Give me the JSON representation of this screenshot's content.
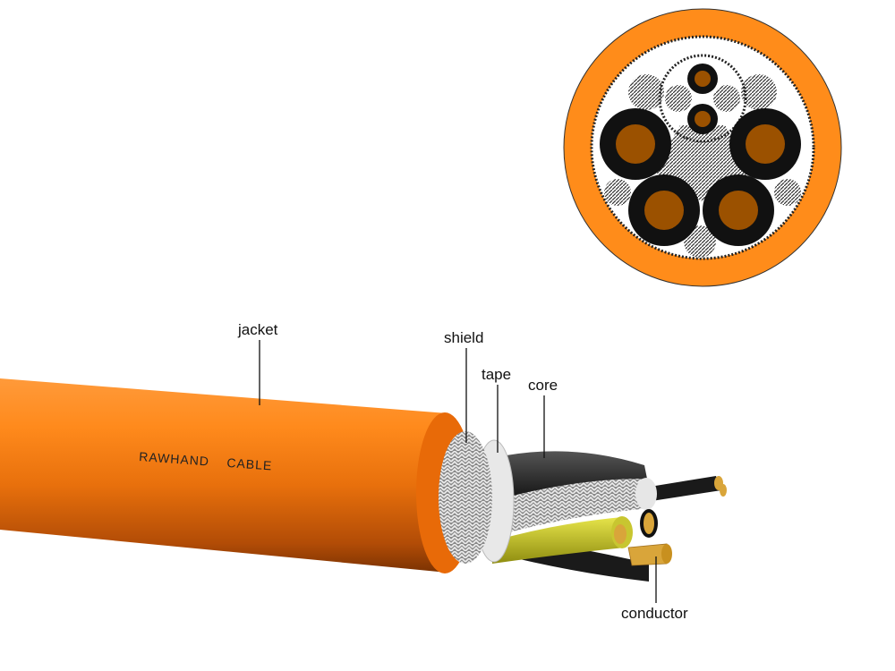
{
  "labels": {
    "jacket": "jacket",
    "shield": "shield",
    "tape": "tape",
    "core": "core",
    "conductor": "conductor"
  },
  "cable_print": "RAWHAND    CABLE",
  "colors": {
    "jacket": "#f47c10",
    "jacket_cross_section": "#ff8c1a",
    "core_insulation": "#111111",
    "copper": "#9b5100",
    "earth_core": "#d4d22c",
    "conductor_strands": "#d9a53a"
  }
}
